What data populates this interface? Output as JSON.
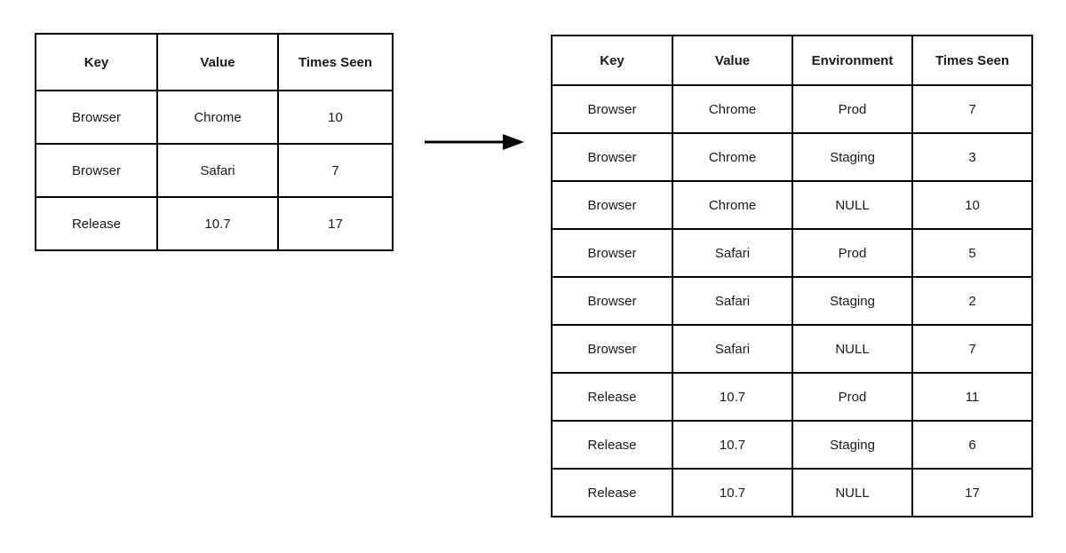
{
  "diagram": {
    "title": "",
    "arrow": {
      "icon": "right-arrow-icon",
      "label": "",
      "color": "#000000",
      "direction": "right"
    },
    "colors": {
      "border": "#000000",
      "text": "#1a1a1a",
      "null_text": "#ececec",
      "background": "#ffffff"
    }
  },
  "source_table": {
    "name": "source-table",
    "columns": [
      "Key",
      "Value",
      "Times Seen"
    ],
    "rows": [
      {
        "key": "Browser",
        "value": "Chrome",
        "times_seen": "10"
      },
      {
        "key": "Browser",
        "value": "Safari",
        "times_seen": "7"
      },
      {
        "key": "Release",
        "value": "10.7",
        "times_seen": "17"
      }
    ]
  },
  "result_table": {
    "name": "result-table",
    "columns": [
      "Key",
      "Value",
      "Environment",
      "Times Seen"
    ],
    "null_label": "NULL",
    "rows": [
      {
        "key": "Browser",
        "value": "Chrome",
        "environment": "Prod",
        "is_null": false,
        "times_seen": "7"
      },
      {
        "key": "Browser",
        "value": "Chrome",
        "environment": "Staging",
        "is_null": false,
        "times_seen": "3"
      },
      {
        "key": "Browser",
        "value": "Chrome",
        "environment": "NULL",
        "is_null": true,
        "times_seen": "10"
      },
      {
        "key": "Browser",
        "value": "Safari",
        "environment": "Prod",
        "is_null": false,
        "times_seen": "5"
      },
      {
        "key": "Browser",
        "value": "Safari",
        "environment": "Staging",
        "is_null": false,
        "times_seen": "2"
      },
      {
        "key": "Browser",
        "value": "Safari",
        "environment": "NULL",
        "is_null": true,
        "times_seen": "7"
      },
      {
        "key": "Release",
        "value": "10.7",
        "environment": "Prod",
        "is_null": false,
        "times_seen": "11"
      },
      {
        "key": "Release",
        "value": "10.7",
        "environment": "Staging",
        "is_null": false,
        "times_seen": "6"
      },
      {
        "key": "Release",
        "value": "10.7",
        "environment": "NULL",
        "is_null": true,
        "times_seen": "17"
      }
    ]
  }
}
